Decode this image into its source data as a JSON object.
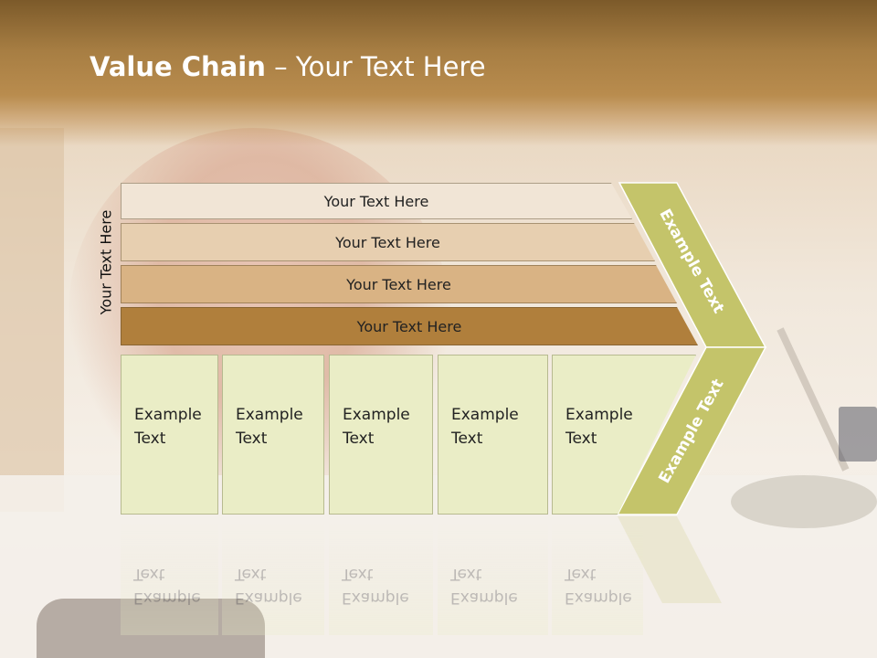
{
  "slide": {
    "title_bold": "Value Chain",
    "title_rest": " – Your Text Here",
    "side_label": "Your Text Here"
  },
  "rows": [
    {
      "label": "Your Text Here",
      "color": "#f1e5d6"
    },
    {
      "label": "Your Text Here",
      "color": "#e7cfb0"
    },
    {
      "label": "Your Text Here",
      "color": "#d9b384"
    },
    {
      "label": "Your Text Here",
      "color": "#b07f3c"
    }
  ],
  "boxes": [
    {
      "line1": "Example",
      "line2": "Text"
    },
    {
      "line1": "Example",
      "line2": "Text"
    },
    {
      "line1": "Example",
      "line2": "Text"
    },
    {
      "line1": "Example",
      "line2": "Text"
    },
    {
      "line1": "Example",
      "line2": "Text"
    }
  ],
  "chevron": {
    "upper_text": "Example Text",
    "lower_text": "Example Text",
    "color": "#c4c46a"
  },
  "colors": {
    "header": "#a77e43",
    "box_fill": "#eaedc6"
  }
}
